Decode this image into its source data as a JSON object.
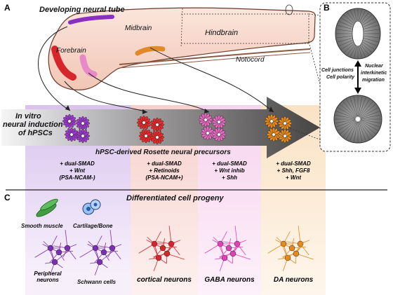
{
  "panels": {
    "a": "A",
    "b": "B",
    "c": "C"
  },
  "tube": {
    "title": "Developing neural tube",
    "regions": [
      "Forebrain",
      "Midbrain",
      "Hindbrain",
      "Notocord"
    ]
  },
  "inset": {
    "left_label": [
      "Cell junctions",
      "Cell polarity"
    ],
    "right_label": [
      "Nuclear",
      "interkinetic",
      "migration"
    ]
  },
  "induction": [
    "In vitro",
    "neural induction",
    "of hPSCs"
  ],
  "rosette_title": "hPSC-derived Rosette neural precursors",
  "columns": [
    {
      "lines": [
        "+ dual-SMAD",
        "+ Wnt",
        "(PSA-NCAM-)"
      ],
      "color": "#9a39c8"
    },
    {
      "lines": [
        "+ dual-SMAD",
        "+ Retinoids",
        "(PSA-NCAM+)"
      ],
      "color": "#e8282a"
    },
    {
      "lines": [
        "+ dual-SMAD",
        "+ Wnt inhib",
        "+ Shh"
      ],
      "color": "#e46ac0"
    },
    {
      "lines": [
        "+ dual-SMAD",
        "+ Shh, FGF8",
        "+ Wnt"
      ],
      "color": "#e58a1f"
    }
  ],
  "progeny_title": "Differentiated cell progeny",
  "progeny": {
    "smooth_muscle": "Smooth muscle",
    "cartilage": "Cartilage/Bone",
    "peripheral": [
      "Peripheral",
      "neurons"
    ],
    "schwann": "Schwann cells",
    "cortical": "cortical neurons",
    "gaba": "GABA neurons",
    "da": "DA neurons"
  }
}
